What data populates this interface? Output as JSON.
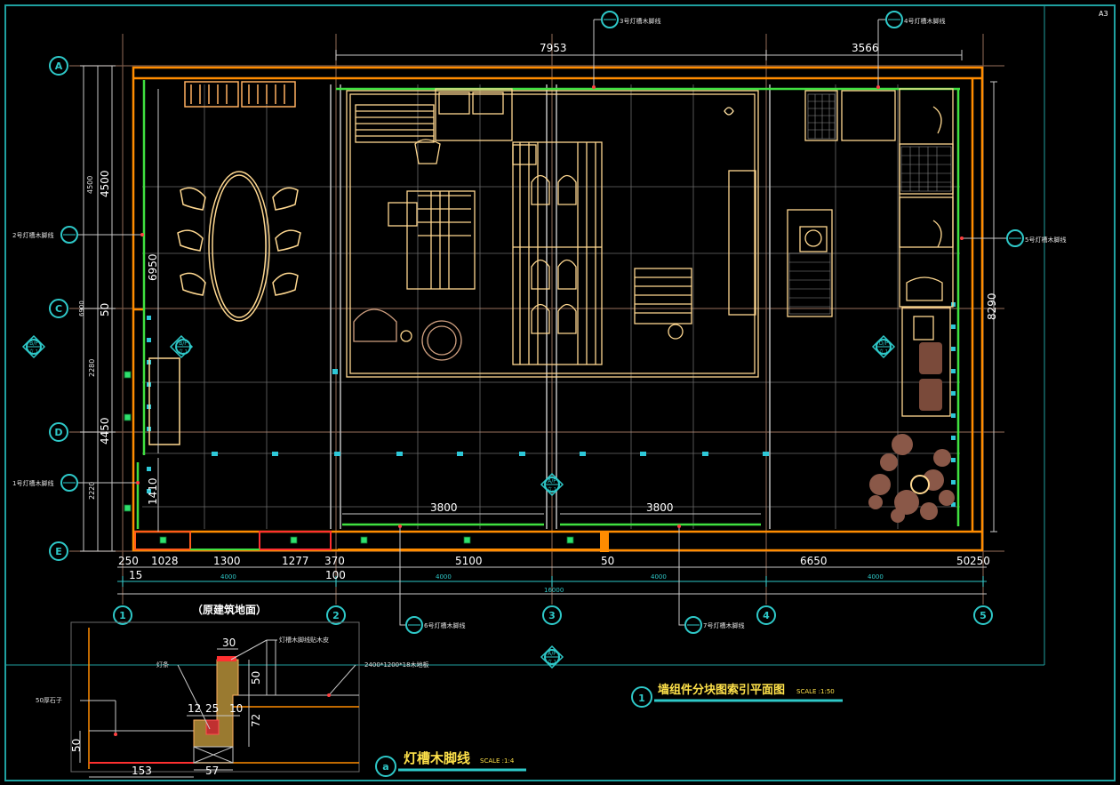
{
  "sheet": {
    "size_code": "A3"
  },
  "top_dims": {
    "span_a": "7953",
    "span_b": "3566"
  },
  "right_dims": {
    "total": "8290"
  },
  "left_dims": {
    "d1": "4500",
    "d1_small": "4500",
    "d2": "50",
    "d2_small": "6900",
    "d3": "2280",
    "d4": "4450",
    "d5": "2220",
    "room_depth": "6950",
    "nook": "1410"
  },
  "bottom_dims_row1": [
    "250",
    "1028",
    "1300",
    "1277",
    "370",
    "5100",
    "50",
    "6650",
    "50",
    "250"
  ],
  "bottom_dims_row2": [
    "15",
    "100"
  ],
  "grid_spacing": [
    "4000",
    "4000",
    "4000",
    "4000"
  ],
  "total_width": "16000",
  "inner_dims": {
    "left_bay": "3800",
    "right_bay": "3800"
  },
  "grid_rows": [
    "A",
    "C",
    "D",
    "E"
  ],
  "grid_cols": [
    "1",
    "2",
    "3",
    "4",
    "5"
  ],
  "callouts": {
    "top_mid": "3号灯槽木脚线",
    "top_right": "4号灯槽木脚线",
    "left_upper": "2号灯槽木脚线",
    "left_lower": "1号灯槽木脚线",
    "right_mid": "5号灯槽木脚线",
    "bottom_mid": "6号灯槽木脚线",
    "bottom_right": "7号灯槽木脚线"
  },
  "sections": {
    "left_outer": {
      "top": "B/P",
      "bottom": "立.1"
    },
    "left_inner": {
      "top": "B/P",
      "bottom": "立.1"
    },
    "right": {
      "top": "D/P",
      "bottom": "立.1"
    },
    "mid": {
      "top": "A/P",
      "bottom": "立.1"
    },
    "bottom": {
      "top": "A/P",
      "bottom": "立.1"
    }
  },
  "main_title": {
    "number": "1",
    "title": "墙组件分块图索引平面图",
    "scale": "SCALE :1:50"
  },
  "detail": {
    "caption": "（原建筑地面）",
    "number": "a",
    "title": "灯槽木脚线",
    "scale": "SCALE :1:4",
    "labels": {
      "top": "灯槽木脚线贴木皮",
      "strip": "灯条",
      "board": "2400*1200*18木地板",
      "stone": "50厚石子"
    },
    "dims": [
      "30",
      "50",
      "12",
      "25",
      "10",
      "72",
      "50",
      "153",
      "57"
    ]
  }
}
